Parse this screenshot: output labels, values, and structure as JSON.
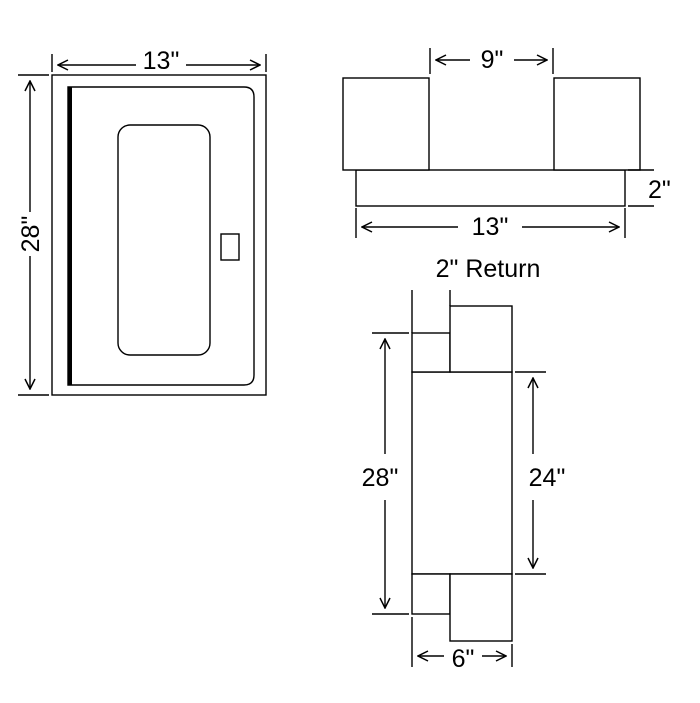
{
  "diagram": {
    "front_view": {
      "width_label": "13\"",
      "height_label": "28\""
    },
    "top_view": {
      "inner_label": "9\"",
      "overall_label": "13\"",
      "depth_label": "2\""
    },
    "side_view": {
      "return_label": "2\" Return",
      "overall_height_label": "28\"",
      "inner_height_label": "24\"",
      "depth_label": "6\""
    }
  }
}
